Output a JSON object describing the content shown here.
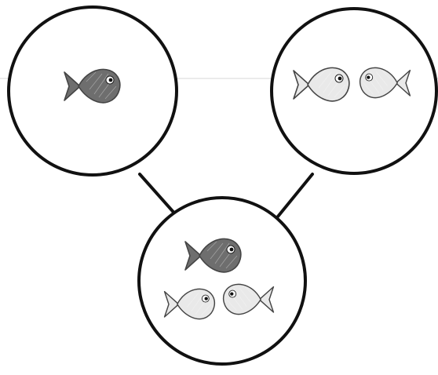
{
  "diagram": {
    "colors": {
      "outline": "#111111",
      "dark_fish": "#6e6e6e",
      "light_fish": "#e9e9e9",
      "background": "#ffffff"
    },
    "groups": [
      {
        "id": "left",
        "fish": [
          {
            "shade": "dark",
            "facing": "right"
          }
        ]
      },
      {
        "id": "right",
        "fish": [
          {
            "shade": "light",
            "facing": "right"
          },
          {
            "shade": "light",
            "facing": "left"
          }
        ]
      },
      {
        "id": "bottom",
        "fish": [
          {
            "shade": "dark",
            "facing": "right"
          },
          {
            "shade": "light",
            "facing": "right"
          },
          {
            "shade": "light",
            "facing": "left"
          }
        ]
      }
    ]
  }
}
